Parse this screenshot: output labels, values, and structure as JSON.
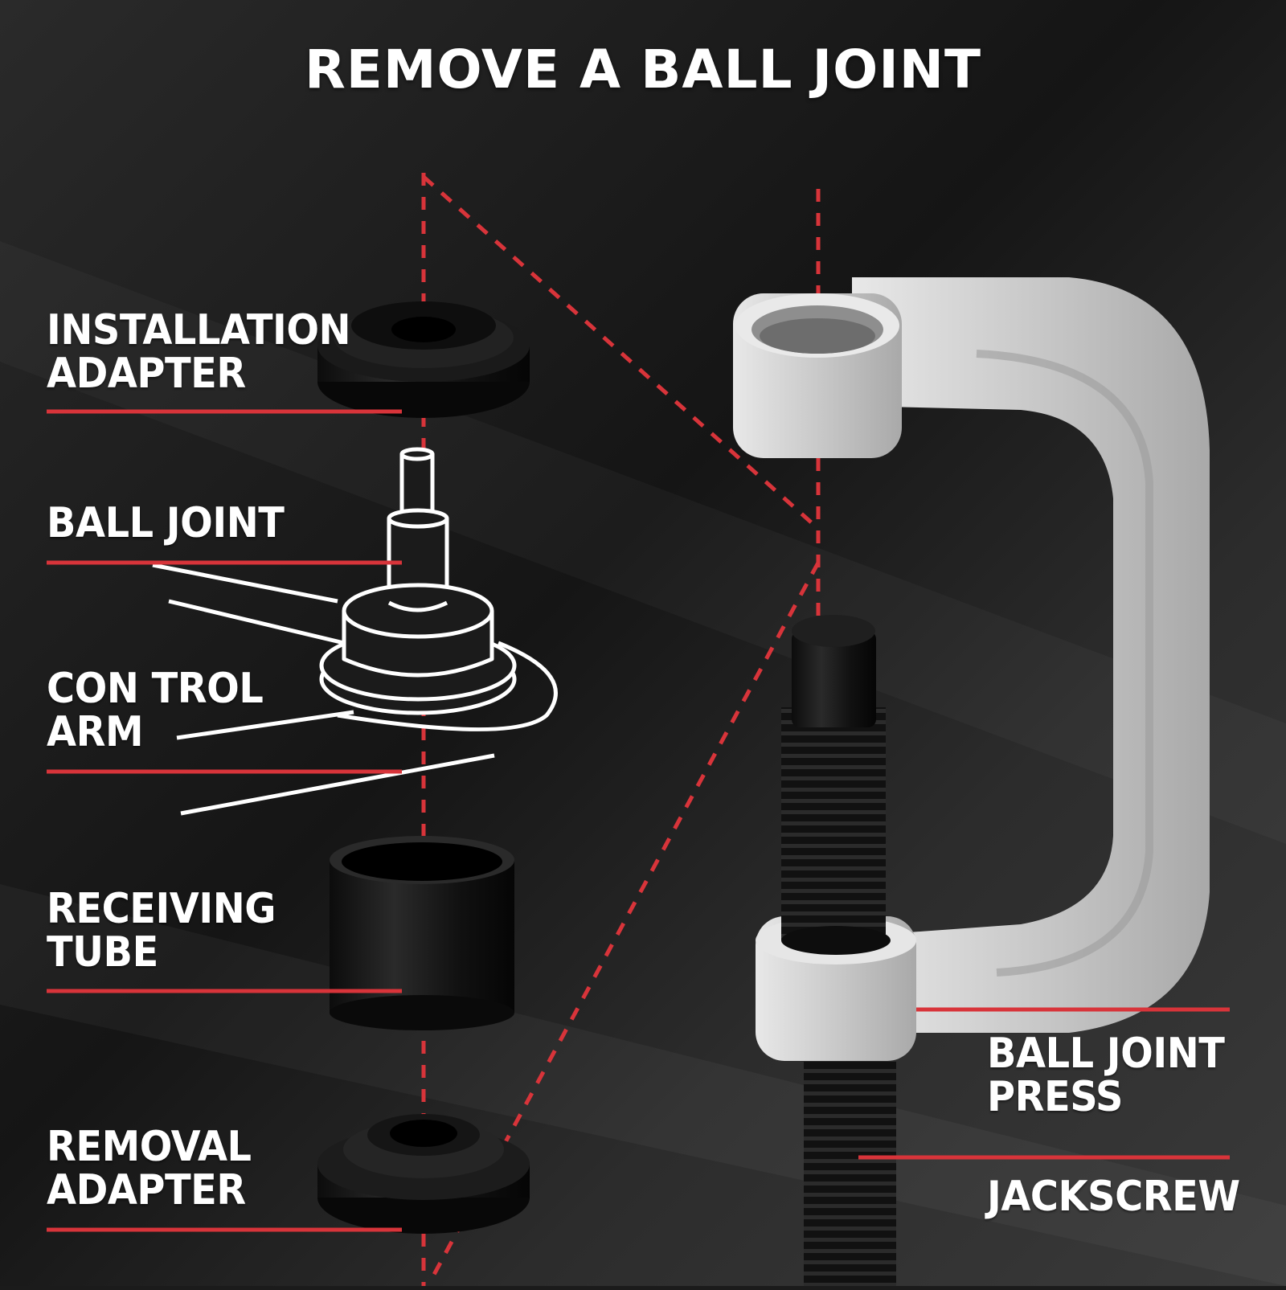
{
  "title": "REMOVE A BALL JOINT",
  "labels": {
    "installation_adapter": [
      "INSTALLATION",
      "ADAPTER"
    ],
    "ball_joint": [
      "BALL JOINT"
    ],
    "control_arm": [
      "CON TROL",
      "ARM"
    ],
    "receiving_tube": [
      "RECEIVING",
      "TUBE"
    ],
    "removal_adapter": [
      "REMOVAL",
      "ADAPTER"
    ],
    "ball_joint_press": [
      "BALL JOINT",
      "PRESS"
    ],
    "jackscrew": [
      "JACKSCREW"
    ]
  },
  "colors": {
    "accent": "#d8343a",
    "background": "#1b1b1b",
    "text": "#ffffff",
    "press": "#cfcfcf"
  }
}
